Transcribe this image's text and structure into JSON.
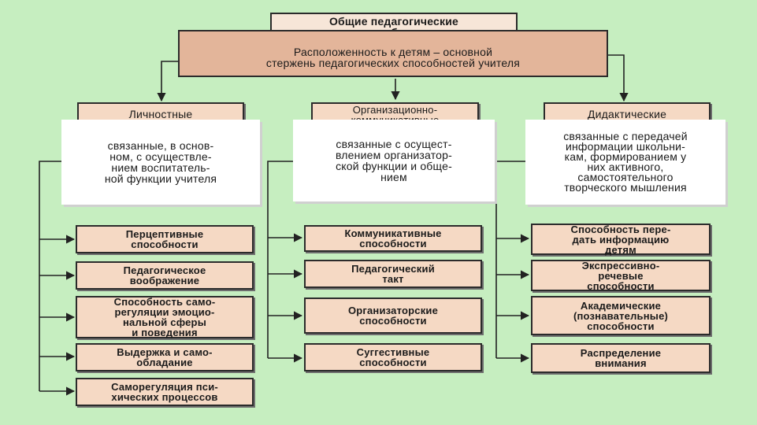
{
  "title": "Общие педагогические\nспособности",
  "core": "Расположенность к детям – основной\nстержень педагогических способностей учителя",
  "columns": [
    {
      "header": "Личностные",
      "description": "связанные, в основ-\nном, с осуществле-\nнием воспитатель-\nной функции учителя",
      "items": [
        "Перцептивные\nспособности",
        "Педагогическое\nвоображение",
        "Способность само-\nрегуляции эмоцио-\nнальной сферы\nи поведения",
        "Выдержка и само-\nобладание",
        "Саморегуляция пси-\nхических процессов"
      ]
    },
    {
      "header": "Организационно-\nкоммуникативные",
      "description": "связанные с осущест-\nвлением организатор-\nской функции и обще-\nнием",
      "items": [
        "Коммуникативные\nспособности",
        "Педагогический\nтакт",
        "Организаторские\nспособности",
        "Суггестивные\nспособности"
      ]
    },
    {
      "header": "Дидактические",
      "description": "связанные с передачей\nинформации школьни-\nкам, формированием у\nних активного,\nсамостоятельного\nтворческого мышления",
      "items": [
        "Способность пере-\nдать информацию\nдетям",
        "Экспрессивно-\nречевые\nспособности",
        "Академические\n(познавательные)\nспособности",
        "Распределение\nвнимания"
      ]
    }
  ]
}
